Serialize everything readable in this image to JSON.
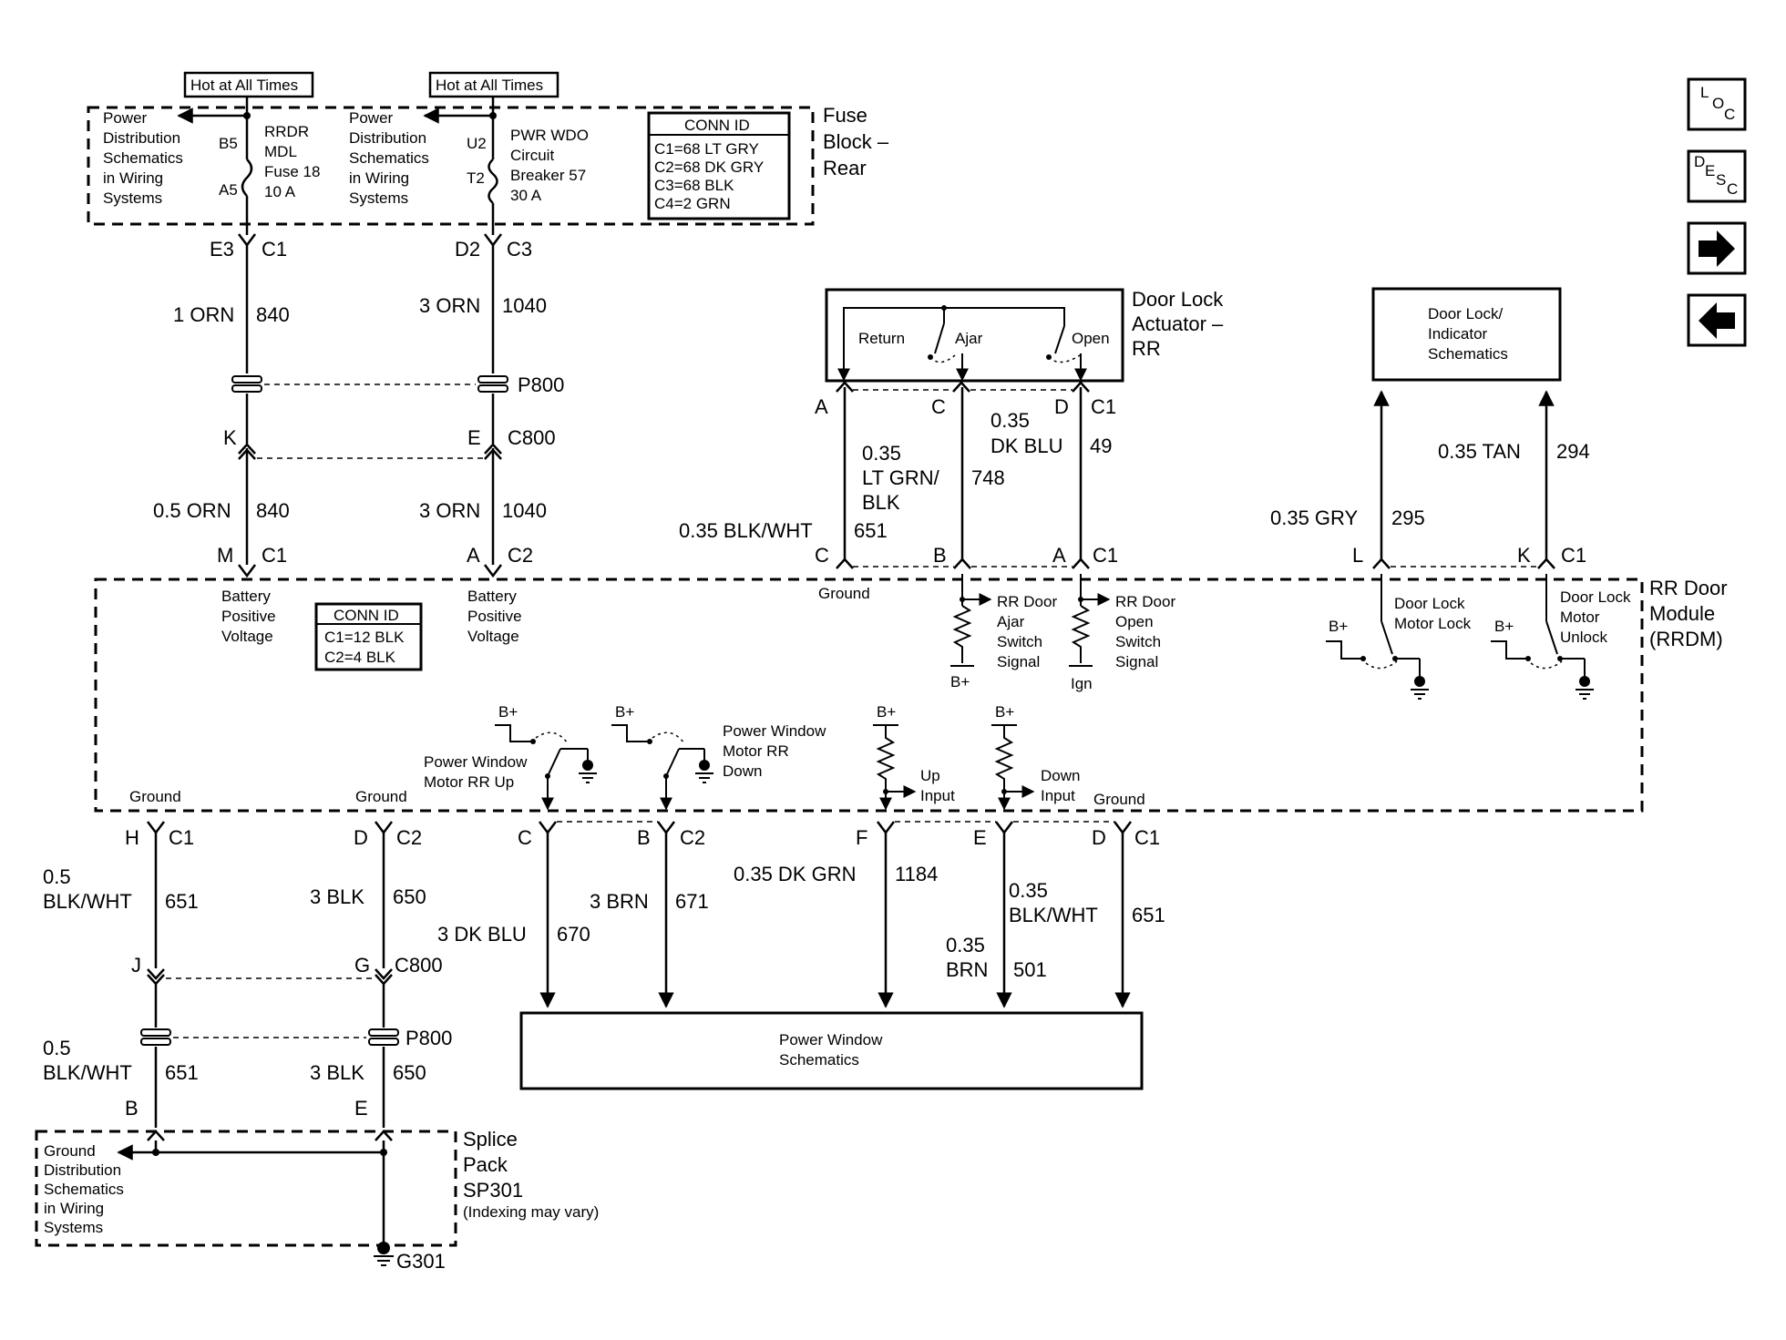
{
  "fuse_block": {
    "hot1": "Hot at All Times",
    "hot2": "Hot at All Times",
    "pd1": [
      "Power",
      "Distribution",
      "Schematics",
      "in Wiring",
      "Systems"
    ],
    "pd2": [
      "Power",
      "Distribution",
      "Schematics",
      "in Wiring",
      "Systems"
    ],
    "fuse_pin_top": "B5",
    "fuse_pin_bot": "A5",
    "fuse_name": [
      "RRDR",
      "MDL",
      "Fuse 18",
      "10 A"
    ],
    "cb_pin_top": "U2",
    "cb_pin_bot": "T2",
    "cb_name": [
      "PWR WDO",
      "Circuit",
      "Breaker 57",
      "30 A"
    ],
    "conn_title": "CONN ID",
    "conn": [
      "C1=68 LT GRY",
      "C2=68 DK GRY",
      "C3=68 BLK",
      "C4=2 GRN"
    ],
    "name": [
      "Fuse",
      "Block –",
      "Rear"
    ]
  },
  "upper_left": {
    "e3": "E3",
    "c1a": "C1",
    "d2": "D2",
    "c3": "C3",
    "w1": "1 ORN",
    "w1n": "840",
    "w2": "3 ORN",
    "w2n": "1040",
    "p800": "P800",
    "k": "K",
    "e": "E",
    "c800": "C800",
    "w3": "0.5 ORN",
    "w3n": "840",
    "w4": "3 ORN",
    "w4n": "1040",
    "m": "M",
    "c1b": "C1",
    "a": "A",
    "c2": "C2"
  },
  "actuator": {
    "name": [
      "Door Lock",
      "Actuator –",
      "RR"
    ],
    "return": "Return",
    "ajar": "Ajar",
    "open": "Open",
    "pa": "A",
    "pc": "C",
    "pd": "D",
    "c1": "C1",
    "w748": [
      "0.35",
      "LT GRN/",
      "BLK"
    ],
    "w748n": "748",
    "w49": [
      "0.35",
      "DK BLU"
    ],
    "w49n": "49",
    "w651": "0.35 BLK/WHT",
    "w651n": "651",
    "mc": "C",
    "mb": "B",
    "ma": "A",
    "mc1": "C1"
  },
  "indicator": {
    "name": [
      "Door Lock/",
      "Indicator",
      "Schematics"
    ],
    "w295": "0.35 GRY",
    "w295n": "295",
    "w294": "0.35 TAN",
    "w294n": "294",
    "l": "L",
    "k": "K",
    "c1": "C1"
  },
  "module": {
    "name": [
      "RR Door",
      "Module",
      "(RRDM)"
    ],
    "bpv1": [
      "Battery",
      "Positive",
      "Voltage"
    ],
    "bpv2": [
      "Battery",
      "Positive",
      "Voltage"
    ],
    "conn_title": "CONN ID",
    "conn": [
      "C1=12 BLK",
      "C2=4 BLK"
    ],
    "ground_top": "Ground",
    "ajar_sig": [
      "RR Door",
      "Ajar",
      "Switch",
      "Signal"
    ],
    "open_sig": [
      "RR Door",
      "Open",
      "Switch",
      "Signal"
    ],
    "bplus": "B+",
    "ign": "Ign",
    "lock": [
      "Door Lock",
      "Motor Lock"
    ],
    "unlock": [
      "Door Lock",
      "Motor",
      "Unlock"
    ],
    "pw_up": [
      "Power Window",
      "Motor RR Up"
    ],
    "pw_down": [
      "Power Window",
      "Motor RR",
      "Down"
    ],
    "up_input": [
      "Up",
      "Input"
    ],
    "down_input": [
      "Down",
      "Input"
    ],
    "gnd1": "Ground",
    "gnd2": "Ground",
    "gnd3": "Ground"
  },
  "lower": {
    "h": "H",
    "c1a": "C1",
    "d": "D",
    "c2": "C2",
    "pc": "C",
    "pb": "B",
    "pc2": "C2",
    "pf": "F",
    "pe": "E",
    "pd": "D",
    "pc1": "C1",
    "w651a": [
      "0.5",
      "BLK/WHT"
    ],
    "w651an": "651",
    "w650a": "3 BLK",
    "w650an": "650",
    "w670": "3 DK BLU",
    "w670n": "670",
    "w671": "3 BRN",
    "w671n": "671",
    "w1184": "0.35 DK GRN",
    "w1184n": "1184",
    "w501": [
      "0.35",
      "BRN"
    ],
    "w501n": "501",
    "w651c": [
      "0.35",
      "BLK/WHT"
    ],
    "w651cn": "651",
    "j": "J",
    "g": "G",
    "c800": "C800",
    "p800": "P800",
    "w651b": [
      "0.5",
      "BLK/WHT"
    ],
    "w651bn": "651",
    "w650b": "3 BLK",
    "w650bn": "650",
    "b": "B",
    "e": "E",
    "pws": [
      "Power Window",
      "Schematics"
    ],
    "gds": [
      "Ground",
      "Distribution",
      "Schematics",
      "in Wiring",
      "Systems"
    ],
    "splice": [
      "Splice",
      "Pack",
      "SP301"
    ],
    "indexing": "(Indexing may vary)",
    "g301": "G301"
  },
  "nav": {
    "loc": [
      "L",
      "O",
      "C"
    ],
    "desc": [
      "D",
      "E",
      "S",
      "C"
    ]
  }
}
